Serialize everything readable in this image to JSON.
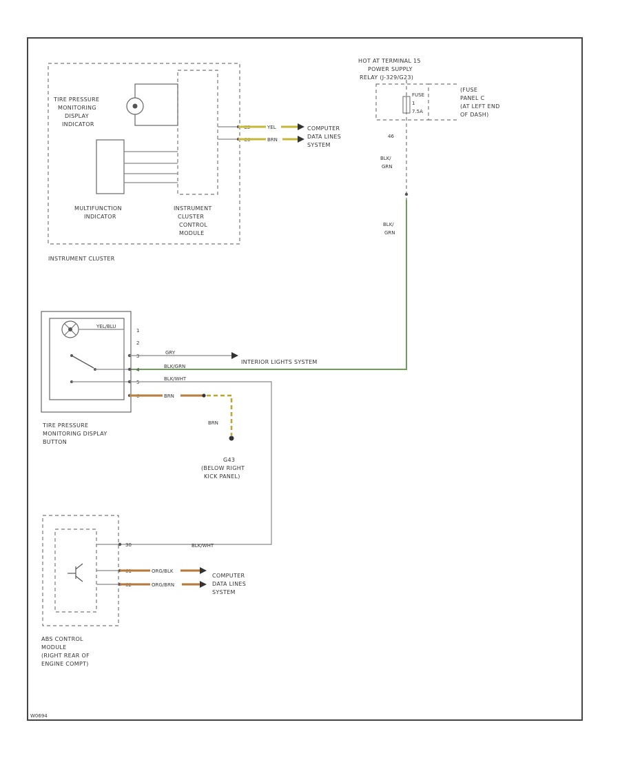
{
  "diagram": {
    "corner_code": "W0694",
    "instrument_cluster": {
      "group_label": "INSTRUMENT CLUSTER",
      "tpms_indicator": [
        "TIRE PRESSURE",
        "MONITORING",
        "DISPLAY",
        "INDICATOR"
      ],
      "multifunction_indicator": [
        "MULTIFUNCTION",
        "INDICATOR"
      ],
      "control_module": [
        "INSTRUMENT",
        "CLUSTER",
        "CONTROL",
        "MODULE"
      ],
      "pins": [
        "C5",
        "C6"
      ],
      "wire_colors": [
        "YEL",
        "BRN"
      ],
      "destination": [
        "COMPUTER",
        "DATA LINES",
        "SYSTEM"
      ]
    },
    "power": {
      "hot_label": [
        "HOT AT TERMINAL 15",
        "POWER SUPPLY",
        "RELAY (J-329/G23)"
      ],
      "fuse_text": [
        "FUSE",
        "1",
        "7.5A"
      ],
      "fuse_panel": [
        "(FUSE",
        "PANEL C",
        "(AT LEFT END",
        "OF DASH)"
      ],
      "pin": "46",
      "wire_upper": [
        "BLK/",
        "GRN"
      ],
      "wire_lower": [
        "BLK/",
        "GRN"
      ]
    },
    "display_button": {
      "label": [
        "TIRE PRESSURE",
        "MONITORING DISPLAY",
        "BUTTON"
      ],
      "pins": [
        "1",
        "2",
        "3",
        "4",
        "5",
        "6"
      ],
      "lamp_wire": "YEL/BLU",
      "wire_gry": "GRY",
      "wire_blk_grn": "BLK/GRN",
      "wire_blk_wht": "BLK/WHT",
      "wire_brn": "BRN",
      "interior_dest": "INTERIOR LIGHTS SYSTEM",
      "ground_wire": "BRN",
      "ground_label": [
        "G43",
        "(BELOW RIGHT",
        "KICK PANEL)"
      ]
    },
    "abs": {
      "label": [
        "ABS CONTROL",
        "MODULE",
        "(RIGHT REAR OF",
        "ENGINE COMPT)"
      ],
      "pins": [
        "30",
        "61",
        "62"
      ],
      "wire_blk_wht": "BLK/WHT",
      "wire_1": "ORG/BLK",
      "wire_2": "ORG/BRN",
      "destination": [
        "COMPUTER",
        "DATA LINES",
        "SYSTEM"
      ]
    },
    "colors": {
      "yellow": "#e0d050",
      "orange": "#d49a60",
      "green": "#6a9f55",
      "frame": "#444444"
    }
  }
}
